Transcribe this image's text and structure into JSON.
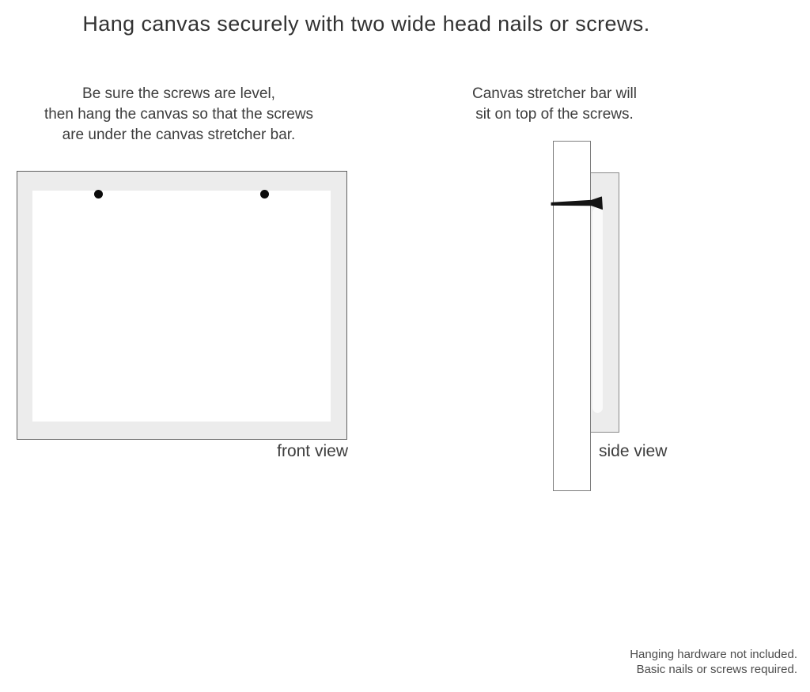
{
  "page": {
    "title": "Hang canvas securely with two wide head nails or screws."
  },
  "instructions": {
    "front": {
      "lines": [
        "Be sure the screws are level,",
        "then hang the canvas so that the screws",
        "are under the canvas stretcher bar."
      ]
    },
    "side": {
      "lines": [
        "Canvas stretcher bar will",
        "sit on top of the screws."
      ]
    }
  },
  "diagrams": {
    "front_view": {
      "label": "front view",
      "screw_count": 2
    },
    "side_view": {
      "label": "side view"
    }
  },
  "footer": {
    "lines": [
      "Hanging hardware not included.",
      "Basic nails or screws required."
    ]
  },
  "colors": {
    "background": "#ffffff",
    "canvas_fill": "#ececec",
    "front_outline": "#606060",
    "side_outline": "#8a8a8a",
    "text": "#3a3a3a",
    "nail": "#141414"
  }
}
